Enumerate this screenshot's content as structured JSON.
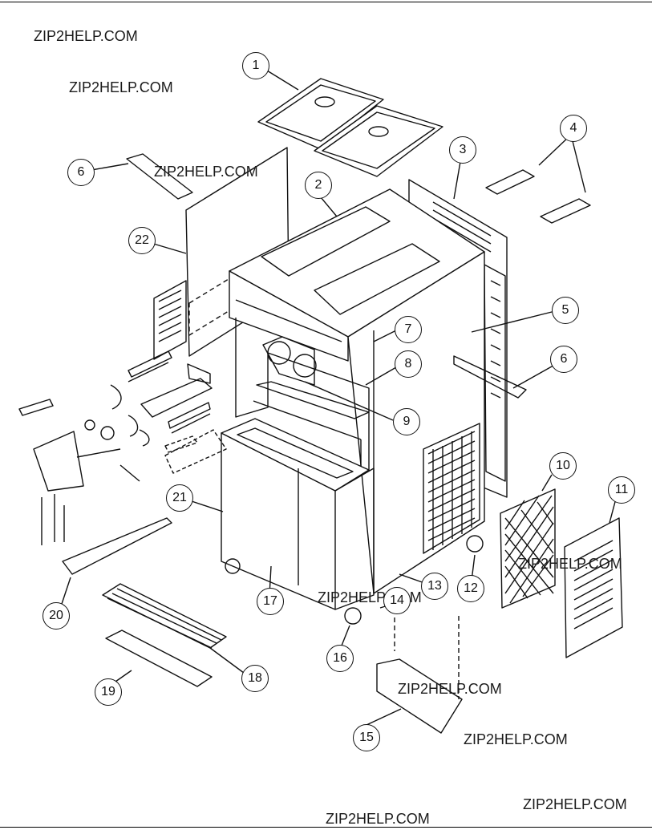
{
  "watermark": "ZIP2HELP.COM",
  "callouts": [
    "1",
    "2",
    "3",
    "4",
    "5",
    "6",
    "7",
    "8",
    "9",
    "10",
    "11",
    "12",
    "13",
    "14",
    "15",
    "16",
    "17",
    "18",
    "19",
    "20",
    "21",
    "22"
  ]
}
